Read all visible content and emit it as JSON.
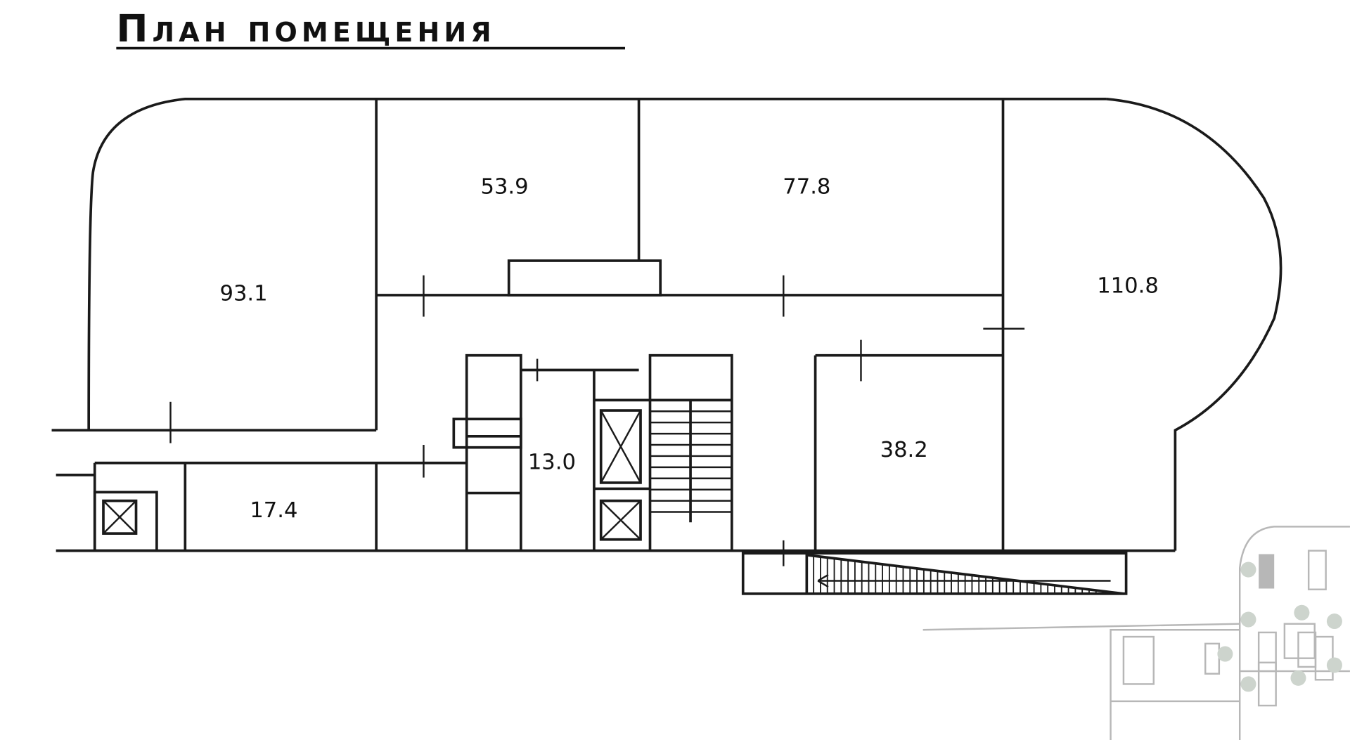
{
  "title": "План помещения",
  "rooms": [
    {
      "id": "room-a",
      "area": "93.1"
    },
    {
      "id": "room-b",
      "area": "53.9"
    },
    {
      "id": "room-c",
      "area": "77.8"
    },
    {
      "id": "room-d",
      "area": "110.8"
    },
    {
      "id": "room-e",
      "area": "13.0"
    },
    {
      "id": "room-f",
      "area": "38.2"
    },
    {
      "id": "room-g",
      "area": "17.4"
    }
  ]
}
